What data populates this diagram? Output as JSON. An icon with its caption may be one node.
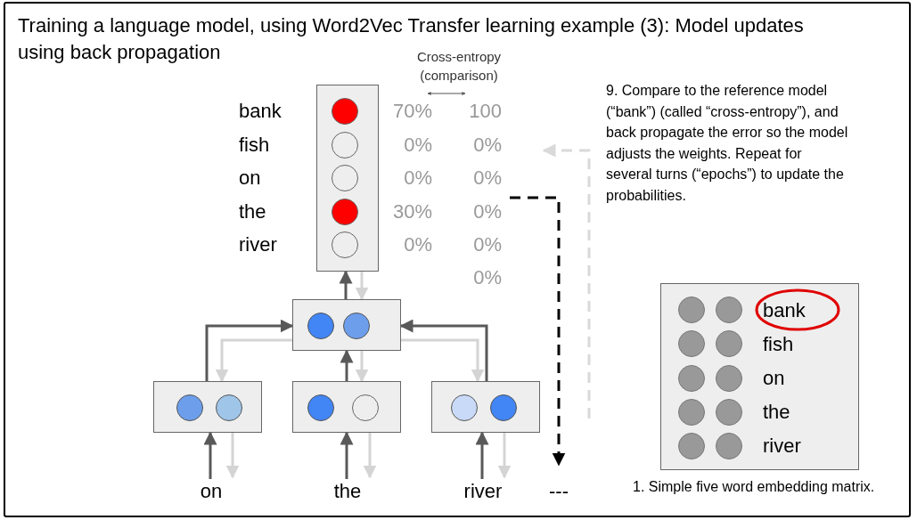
{
  "diagram": {
    "title": "Training a language model, using Word2Vec Transfer learning example (3): Model updates using back propagation",
    "nodes": [
      {
        "text": [],
        "shape": "box",
        "beside": [
          "bank",
          "fish",
          "on",
          "the",
          "river"
        ]
      },
      {
        "text": [],
        "shape": "box"
      },
      {
        "text": [],
        "shape": "box"
      },
      {
        "text": [],
        "shape": "box"
      },
      {
        "text": [],
        "shape": "box"
      },
      {
        "text": [
          "on"
        ]
      },
      {
        "text": [
          "the"
        ]
      },
      {
        "text": [
          "river"
        ]
      },
      {
        "text": [
          "---"
        ]
      },
      {
        "text": [
          "bank",
          "fish",
          "on",
          "the",
          "river"
        ],
        "beside": [
          "1. Simple five word embedding matrix."
        ]
      }
    ],
    "edges": [
      {
        "from": 5,
        "to": 2,
        "arrow": "to",
        "color": "#595959"
      },
      {
        "from": 2,
        "to": 5,
        "arrow": "to",
        "color": "#d4d4d4"
      },
      {
        "from": 6,
        "to": 3,
        "arrow": "to",
        "color": "#595959"
      },
      {
        "from": 3,
        "to": 6,
        "arrow": "to",
        "color": "#d4d4d4"
      },
      {
        "from": 7,
        "to": 4,
        "arrow": "to",
        "color": "#595959"
      },
      {
        "from": 4,
        "to": 7,
        "arrow": "to",
        "color": "#d4d4d4"
      },
      {
        "from": 2,
        "to": 1,
        "arrow": "to",
        "color": "#595959"
      },
      {
        "from": 1,
        "to": 2,
        "arrow": "to",
        "color": "#d4d4d4"
      },
      {
        "from": 3,
        "to": 1,
        "arrow": "to",
        "color": "#595959"
      },
      {
        "from": 1,
        "to": 3,
        "arrow": "to",
        "color": "#d4d4d4"
      },
      {
        "from": 4,
        "to": 1,
        "arrow": "to",
        "color": "#595959"
      },
      {
        "from": 1,
        "to": 4,
        "arrow": "to",
        "color": "#d4d4d4"
      },
      {
        "from": 1,
        "to": 0,
        "arrow": "to",
        "color": "#595959"
      },
      {
        "from": 0,
        "to": 1,
        "arrow": "to",
        "color": "#d4d4d4"
      },
      {
        "from": null,
        "to": 8,
        "arrow": "to",
        "style": "dashed",
        "color": "#000000"
      }
    ],
    "labels": [
      "Cross-entropy",
      "(comparison)",
      "70%",
      "100",
      "0%",
      "0%",
      "0%",
      "0%",
      "30%",
      "0%",
      "0%",
      "0%",
      "0%",
      "9. Compare to the reference model (“bank”) (called “cross-entropy”),  and back propagate the error so the model adjusts the weights. Repeat for several turns (“epochs”) to update the probabilities."
    ]
  }
}
